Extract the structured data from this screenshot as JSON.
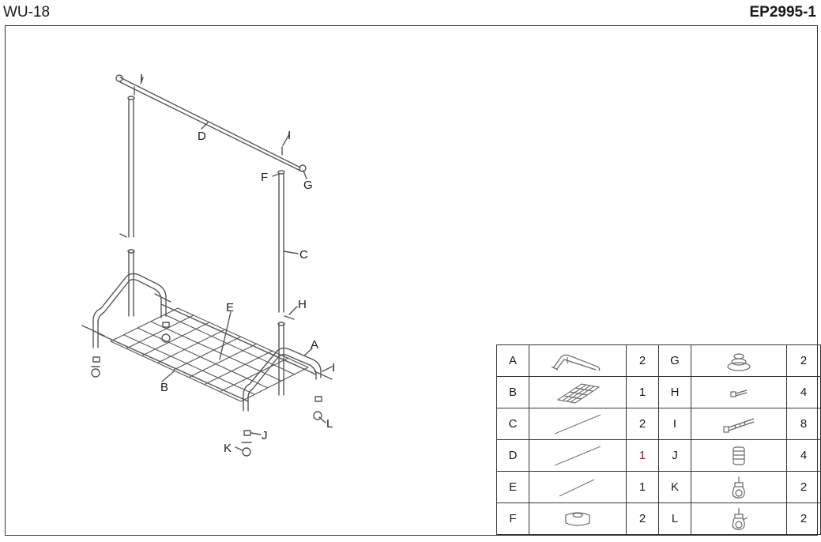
{
  "header": {
    "left_code": "WU-18",
    "right_code": "EP2995-1"
  },
  "diagram_labels": {
    "A": "A",
    "B": "B",
    "C": "C",
    "D": "D",
    "E": "E",
    "F": "F",
    "G": "G",
    "H": "H",
    "I": "I",
    "J": "J",
    "K": "K",
    "L": "L"
  },
  "parts": [
    {
      "letter": "A",
      "qty": "2",
      "icon": "frame-base-icon",
      "letter2": "G",
      "qty2": "2",
      "icon2": "end-cap-icon"
    },
    {
      "letter": "B",
      "qty": "1",
      "icon": "wire-grid-icon",
      "letter2": "H",
      "qty2": "4",
      "icon2": "short-bolt-icon"
    },
    {
      "letter": "C",
      "qty": "2",
      "icon": "upright-tube-icon",
      "letter2": "I",
      "qty2": "8",
      "icon2": "long-bolt-icon"
    },
    {
      "letter": "D",
      "qty": "1",
      "icon": "top-bar-icon",
      "letter2": "J",
      "qty2": "4",
      "icon2": "spring-icon"
    },
    {
      "letter": "E",
      "qty": "1",
      "icon": "cross-rod-icon",
      "letter2": "K",
      "qty2": "2",
      "icon2": "caster-icon"
    },
    {
      "letter": "F",
      "qty": "2",
      "icon": "connector-cap-icon",
      "letter2": "L",
      "qty2": "2",
      "icon2": "locking-caster-icon"
    }
  ],
  "colors": {
    "ink": "#1a1a1a",
    "line": "#333333",
    "qty_highlight": "#8b1a1a"
  }
}
